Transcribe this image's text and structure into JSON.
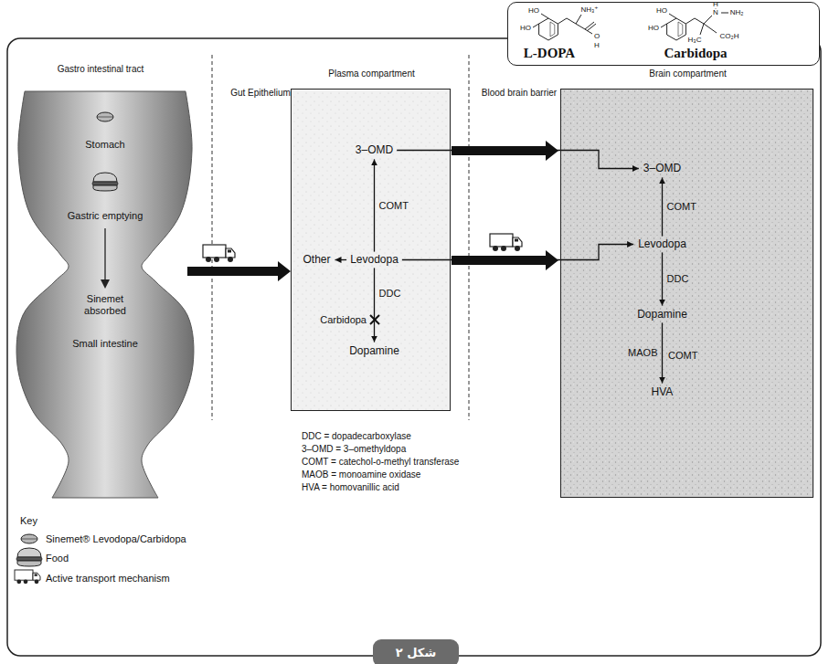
{
  "diagram": {
    "caption": "شکل ۲",
    "nodes": [
      {
        "text": [
          "L-DOPA",
          "Carbidopa"
        ]
      },
      {
        "text": [
          "Plasma compartment"
        ]
      },
      {
        "text": [
          "3–OMD"
        ],
        "in": 1
      },
      {
        "text": [
          "Other"
        ],
        "in": 1
      },
      {
        "text": [
          "Levodopa"
        ],
        "in": 1
      },
      {
        "text": [
          "Dopamine"
        ],
        "in": 1
      },
      {
        "text": [
          "Brain compartment"
        ]
      },
      {
        "text": [
          "3–OMD"
        ],
        "in": 6
      },
      {
        "text": [
          "Levodopa"
        ],
        "in": 6
      },
      {
        "text": [
          "Dopamine"
        ],
        "in": 6
      },
      {
        "text": [
          "HVA"
        ],
        "in": 6
      }
    ],
    "edges": [
      {
        "from": 4,
        "to": 2,
        "label": "COMT",
        "arrow": "to"
      },
      {
        "from": 4,
        "to": 3,
        "arrow": "to"
      },
      {
        "from": 4,
        "to": 5,
        "label": "DDC",
        "arrow": "to"
      },
      {
        "from": 2,
        "to": 7,
        "arrow": "to"
      },
      {
        "from": 4,
        "to": 8,
        "arrow": "to"
      },
      {
        "from": 8,
        "to": 7,
        "label": "COMT",
        "arrow": "to"
      },
      {
        "from": 8,
        "to": 9,
        "label": "DDC",
        "arrow": "to"
      },
      {
        "from": 9,
        "to": 10,
        "label": "MAOB",
        "arrow": "to"
      }
    ],
    "labels": [
      "HO",
      "HO",
      "NH₃⁺",
      "O",
      "H",
      "HO",
      "HO",
      "H",
      "N",
      "NH₂",
      "H₃C",
      "CO₂H",
      "Gastro intestinal tract",
      "Gut Epithelium",
      "Blood brain barrier",
      "Stomach",
      "Gastric emptying",
      "Sinemet absorbed",
      "Small intestine",
      "Carbidopa",
      "COMT",
      "Key",
      "DDC = dopadecarboxylase",
      "3–OMD = 3–omethyldopa",
      "COMT = catechol-o-methyl transferase",
      "MAOB = monoamine oxidase",
      "HVA = homovanillic acid"
    ],
    "legend": [
      {
        "text": "Sinemet® Levodopa/Carbidopa"
      },
      {
        "text": "Food"
      },
      {
        "text": "Active transport mechanism"
      }
    ]
  }
}
